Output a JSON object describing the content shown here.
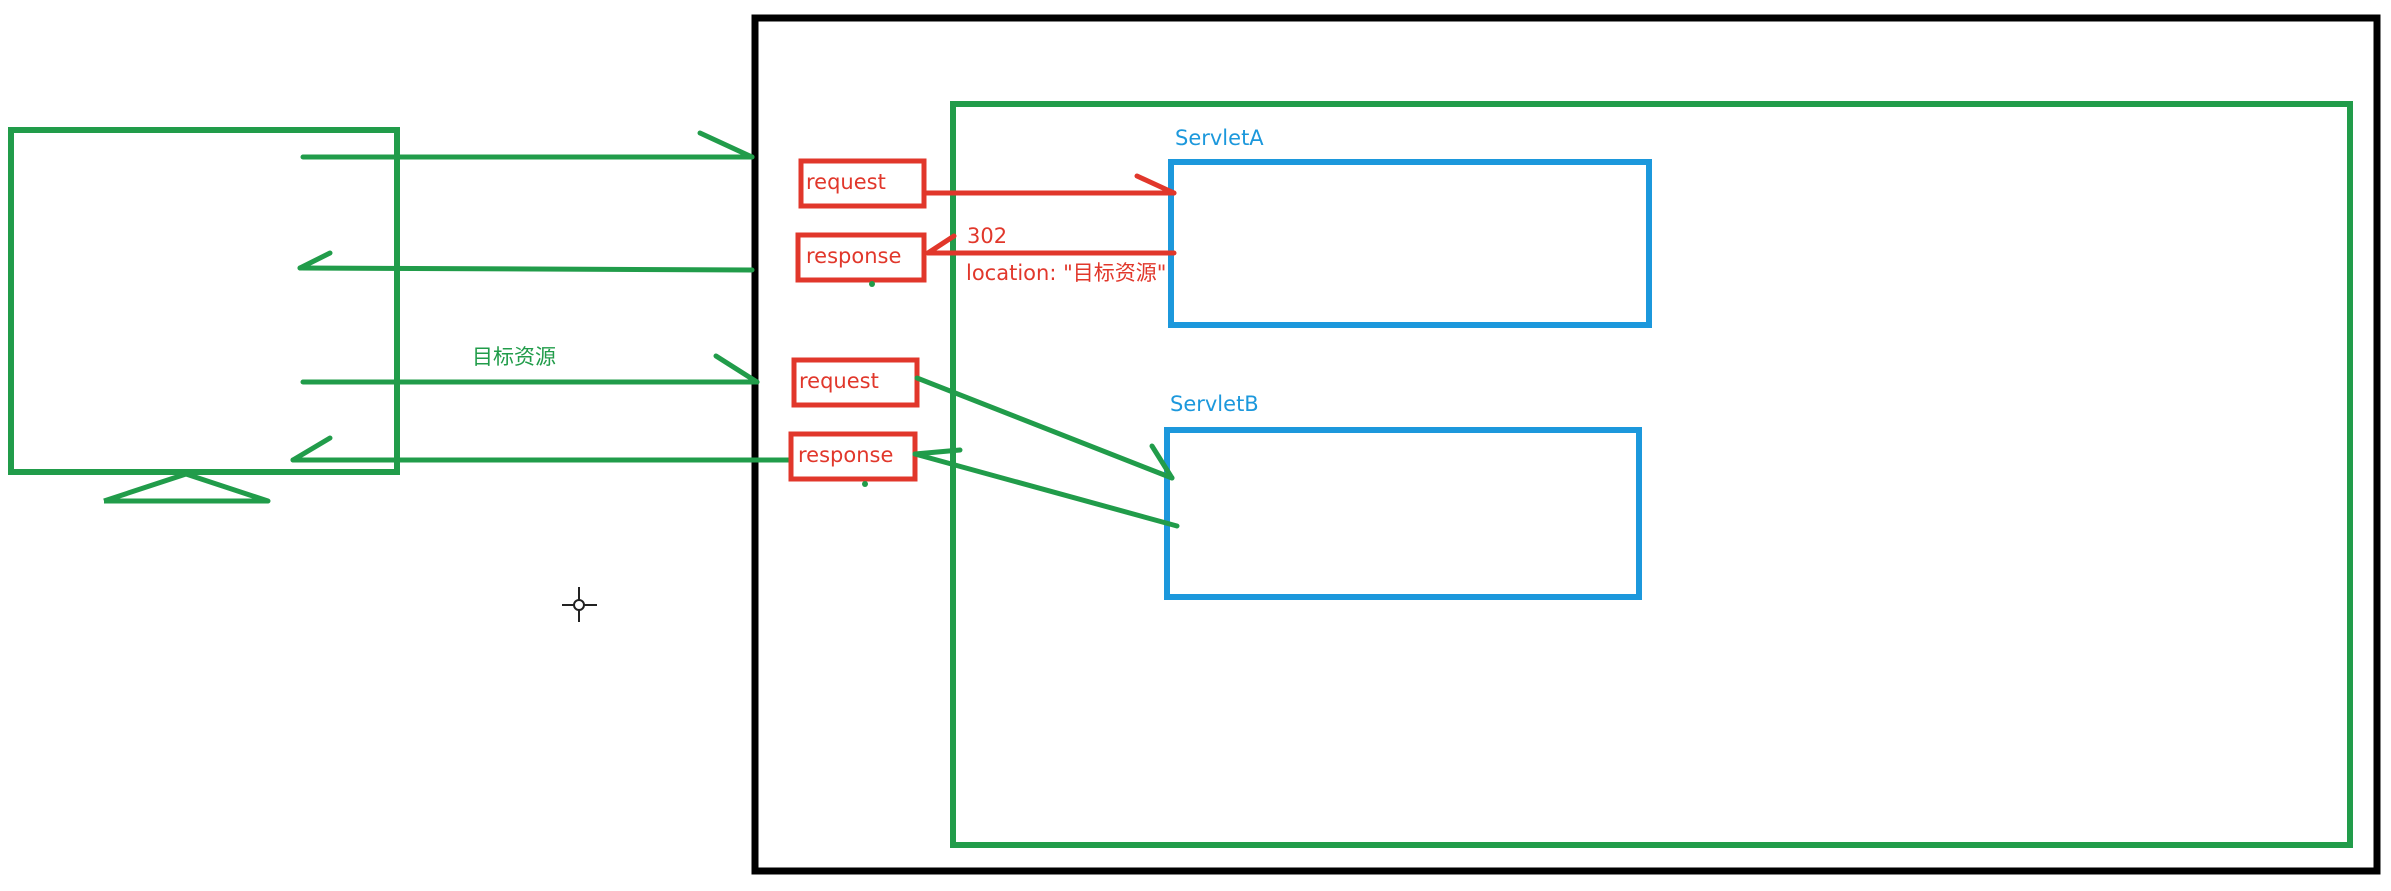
{
  "colors": {
    "green": "#219c4a",
    "red": "#e1372b",
    "blue": "#1c98dc",
    "black": "#000000"
  },
  "servlets": {
    "a_label": "ServletA",
    "b_label": "ServletB"
  },
  "redirect_messages": {
    "first_request": "request",
    "first_response": "response",
    "status_code": "302",
    "location_header": "location: \"目标资源\""
  },
  "target_messages": {
    "edge_label": "目标资源",
    "second_request": "request",
    "second_response": "response"
  },
  "icons": {
    "client_monitor": "monitor-icon",
    "cursor": "crosshair-cursor-icon"
  }
}
